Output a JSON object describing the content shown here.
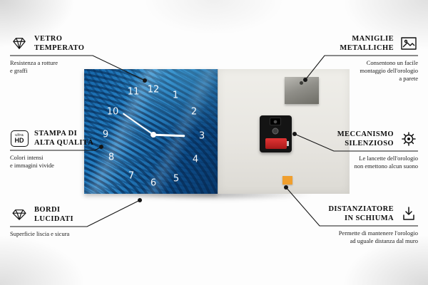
{
  "callouts": {
    "tempered_glass": {
      "icon": "diamond-icon",
      "title": [
        "VETRO",
        "TEMPERATO"
      ],
      "description": [
        "Resistenza a rotture",
        "e graffi"
      ]
    },
    "hd_print": {
      "icon": "ultra-hd-badge-icon",
      "title": [
        "STAMPA DI",
        "ALTA QUALITÀ"
      ],
      "description": [
        "Colori intensi",
        "e immagini vivide"
      ]
    },
    "polished_edges": {
      "icon": "gem-icon",
      "title": [
        "BORDI",
        "LUCIDATI"
      ],
      "description": [
        "Superficie liscia e sicura"
      ]
    },
    "metal_handles": {
      "icon": "picture-frame-icon",
      "title": [
        "MANIGLIE",
        "METALLICHE"
      ],
      "description": [
        "Consentono un facile",
        "montaggio dell'orologio",
        "a parete"
      ]
    },
    "silent_mechanism": {
      "icon": "gear-icon",
      "title": [
        "MECCANISMO",
        "SILENZIOSO"
      ],
      "description": [
        "Le lancette dell'orologio",
        "non emettono alcun suono"
      ]
    },
    "foam_spacer": {
      "icon": "arrow-down-icon",
      "title": [
        "DISTANZIATORE",
        "IN SCHIUMA"
      ],
      "description": [
        "Permette di mantenere l'orologio",
        "ad uguale distanza dal muro"
      ]
    }
  },
  "badges": {
    "ultra_hd": {
      "top": "ultra",
      "bottom": "HD"
    }
  },
  "clock": {
    "numbers": [
      "1",
      "2",
      "3",
      "4",
      "5",
      "6",
      "7",
      "8",
      "9",
      "10",
      "11",
      "12"
    ]
  },
  "colors": {
    "face_blue": "#1a6fae",
    "foam_orange": "#f09f2e",
    "battery_red": "#cf2323",
    "connector_black": "#151515"
  }
}
